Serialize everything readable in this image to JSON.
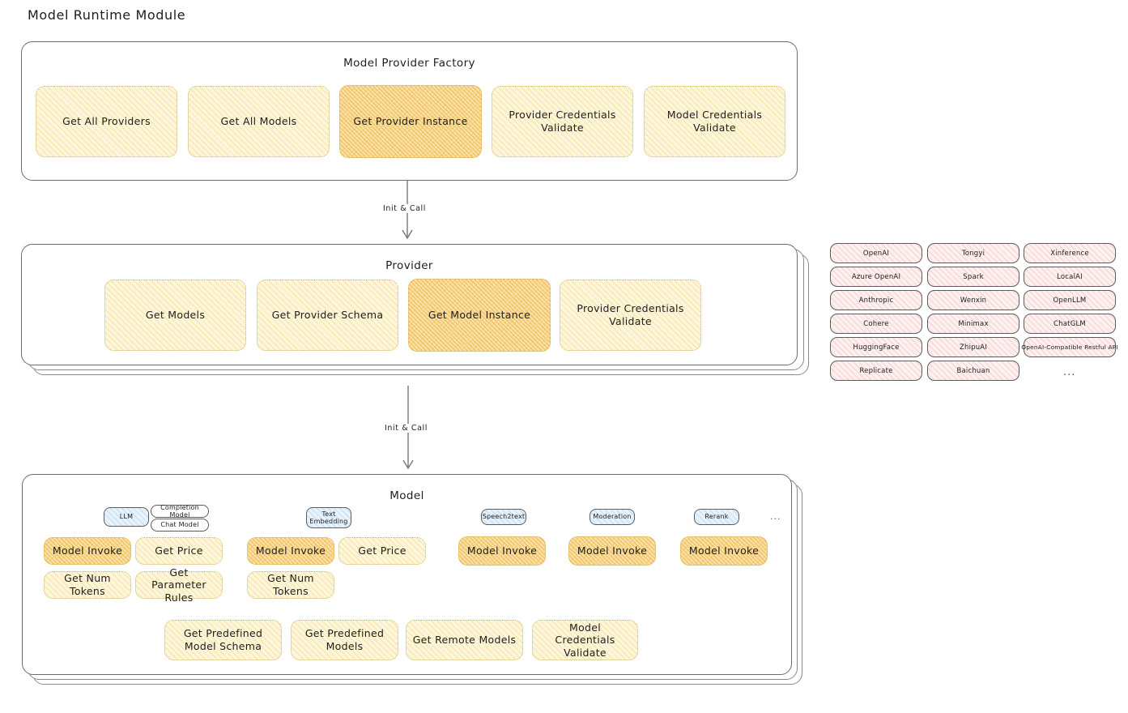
{
  "title": "Model Runtime Module",
  "factory": {
    "title": "Model Provider Factory",
    "methods": [
      {
        "label": "Get All Providers",
        "highlighted": false
      },
      {
        "label": "Get All Models",
        "highlighted": false
      },
      {
        "label": "Get Provider Instance",
        "highlighted": true
      },
      {
        "label": "Provider Credentials Validate",
        "highlighted": false
      },
      {
        "label": "Model Credentials Validate",
        "highlighted": false
      }
    ]
  },
  "arrows": [
    {
      "label": "Init & Call"
    },
    {
      "label": "Init & Call"
    }
  ],
  "provider": {
    "title": "Provider",
    "methods": [
      {
        "label": "Get Models",
        "highlighted": false
      },
      {
        "label": "Get Provider Schema",
        "highlighted": false
      },
      {
        "label": "Get Model Instance",
        "highlighted": true
      },
      {
        "label": "Provider Credentials Validate",
        "highlighted": false
      }
    ]
  },
  "provider_list": {
    "columns": [
      [
        "OpenAI",
        "Azure OpenAI",
        "Anthropic",
        "Cohere",
        "HuggingFace",
        "Replicate"
      ],
      [
        "Tongyi",
        "Spark",
        "Wenxin",
        "Minimax",
        "ZhipuAI",
        "Baichuan"
      ],
      [
        "Xinference",
        "LocalAI",
        "OpenLLM",
        "ChatGLM",
        "OpenAI-Compatible Restful API"
      ]
    ],
    "more": "..."
  },
  "model": {
    "title": "Model",
    "more": "...",
    "types": [
      {
        "badge": "LLM",
        "badge_style": "blue",
        "subtypes": [
          "Completion Model",
          "Chat Model"
        ],
        "methods": [
          {
            "label": "Model Invoke",
            "highlighted": true
          },
          {
            "label": "Get Price",
            "highlighted": false
          },
          {
            "label": "Get Num Tokens",
            "highlighted": false
          },
          {
            "label": "Get Parameter Rules",
            "highlighted": false
          }
        ]
      },
      {
        "badge": "Text\nEmbedding",
        "badge_style": "blue",
        "subtypes": [],
        "methods": [
          {
            "label": "Model Invoke",
            "highlighted": true
          },
          {
            "label": "Get Price",
            "highlighted": false
          },
          {
            "label": "Get Num Tokens",
            "highlighted": false
          }
        ]
      },
      {
        "badge": "Speech2text",
        "badge_style": "blue",
        "subtypes": [],
        "methods": [
          {
            "label": "Model Invoke",
            "highlighted": true
          }
        ]
      },
      {
        "badge": "Moderation",
        "badge_style": "blue",
        "subtypes": [],
        "methods": [
          {
            "label": "Model Invoke",
            "highlighted": true
          }
        ]
      },
      {
        "badge": "Rerank",
        "badge_style": "blue",
        "subtypes": [],
        "methods": [
          {
            "label": "Model Invoke",
            "highlighted": true
          }
        ]
      }
    ],
    "shared_methods": [
      {
        "label": "Get Predefined Model Schema",
        "highlighted": false
      },
      {
        "label": "Get Predefined Models",
        "highlighted": false
      },
      {
        "label": "Get Remote Models",
        "highlighted": false
      },
      {
        "label": "Model Credentials Validate",
        "highlighted": false
      }
    ]
  },
  "colors": {
    "box_fill": "#fdf6da",
    "box_fill_highlight": "#fbe2ab",
    "chip_fill": "#fdf0ef",
    "badge_blue": "#e7f2fb",
    "stroke": "#6d6d6d"
  }
}
